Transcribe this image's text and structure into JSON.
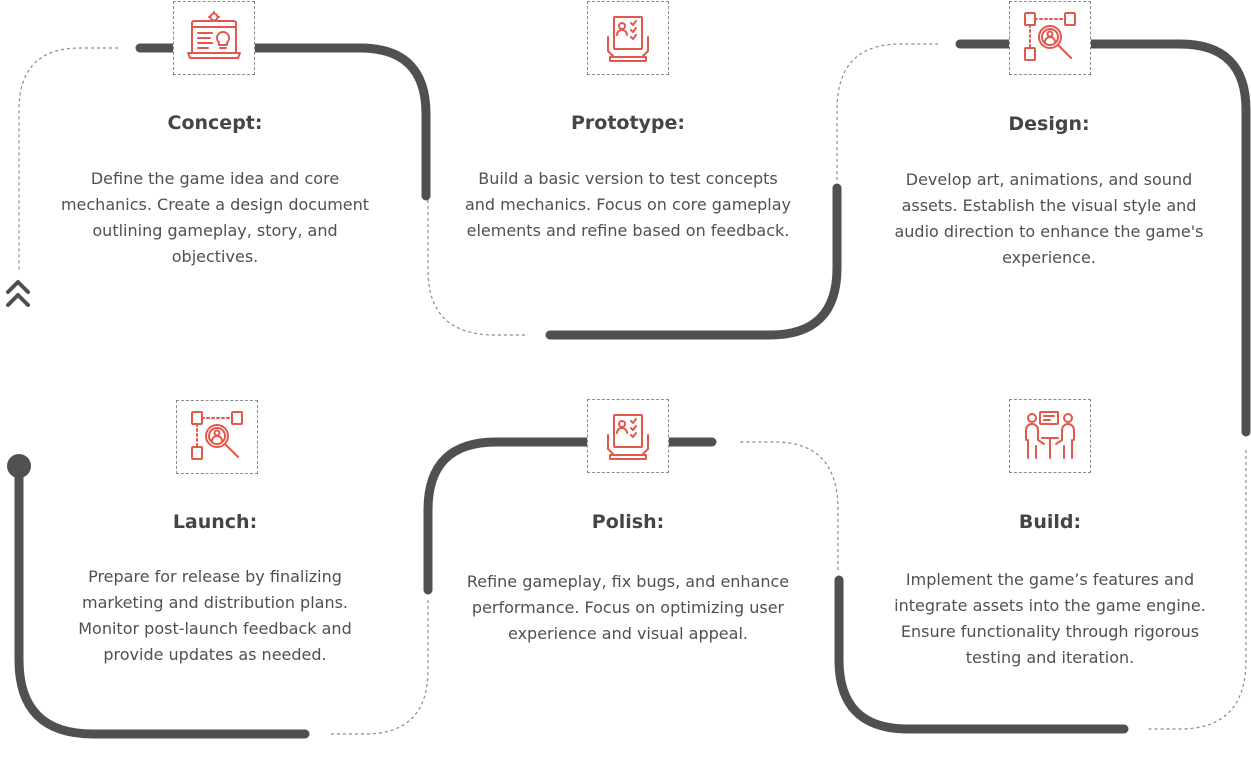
{
  "colors": {
    "track": "#505050",
    "accent": "#e4574c",
    "dashed": "#8a8a8a",
    "text": "#454545"
  },
  "stages": [
    {
      "icon": "browser-settings-lightbulb-icon",
      "title": "Concept:",
      "description": "Define the game idea and core mechanics. Create a design document outlining gameplay, story, and objectives."
    },
    {
      "icon": "clipboard-checklist-icon",
      "title": "Prototype:",
      "description": "Build a basic version to test concepts and mechanics. Focus on core gameplay elements and refine based on feedback."
    },
    {
      "icon": "search-network-users-icon",
      "title": "Design:",
      "description": "Develop art, animations, and sound assets. Establish the visual style and audio direction to enhance the game's experience."
    },
    {
      "icon": "team-discussion-icon",
      "title": "Build:",
      "description": "Implement the game’s features and integrate assets into the game engine. Ensure functionality through rigorous testing and iteration."
    },
    {
      "icon": "clipboard-checklist-icon",
      "title": "Polish:",
      "description": "Refine gameplay, fix bugs, and enhance performance. Focus on optimizing user experience and visual appeal."
    },
    {
      "icon": "search-network-users-icon",
      "title": "Launch:",
      "description": "Prepare for release by finalizing marketing and distribution plans. Monitor post-launch feedback and provide updates as needed."
    }
  ],
  "start_marker_icon": "double-chevron-up-icon"
}
